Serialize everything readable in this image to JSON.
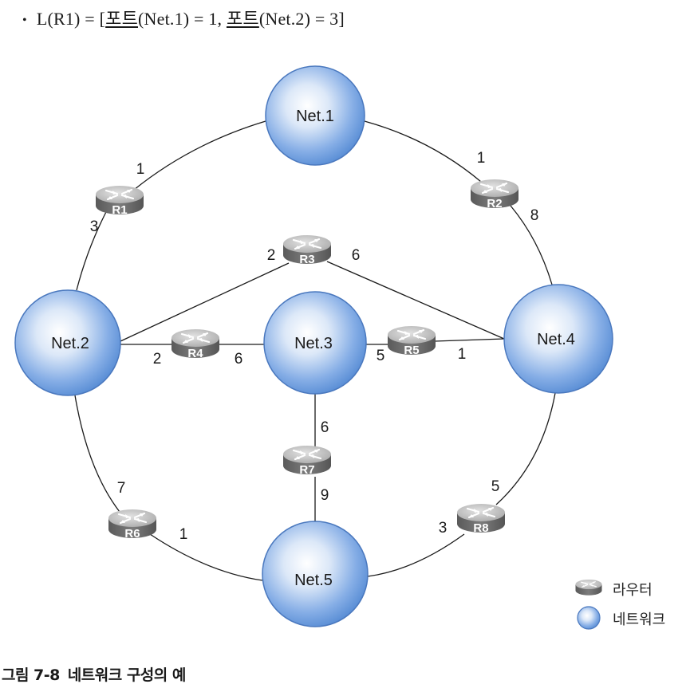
{
  "formula": {
    "bullet": "•",
    "prefix": "L(R1) = [",
    "port_word": "포트",
    "entry1": "(Net.1) = 1, ",
    "entry2": "(Net.2) = 3]"
  },
  "colors": {
    "network_fill_light": "#ffffff",
    "network_fill_dark": "#5b8fd6",
    "network_edge": "#3f6fb8",
    "router_top": "#c4c4c4",
    "router_side": "#6e6e6e",
    "link": "#1a1a1a"
  },
  "networks": [
    {
      "id": "net1",
      "label": "Net.1"
    },
    {
      "id": "net2",
      "label": "Net.2"
    },
    {
      "id": "net3",
      "label": "Net.3"
    },
    {
      "id": "net4",
      "label": "Net.4"
    },
    {
      "id": "net5",
      "label": "Net.5"
    }
  ],
  "routers": [
    {
      "id": "r1",
      "label": "R1"
    },
    {
      "id": "r2",
      "label": "R2"
    },
    {
      "id": "r3",
      "label": "R3"
    },
    {
      "id": "r4",
      "label": "R4"
    },
    {
      "id": "r5",
      "label": "R5"
    },
    {
      "id": "r6",
      "label": "R6"
    },
    {
      "id": "r7",
      "label": "R7"
    },
    {
      "id": "r8",
      "label": "R8"
    }
  ],
  "links": [
    {
      "router": "R1",
      "network": "Net.1",
      "port": "1"
    },
    {
      "router": "R1",
      "network": "Net.2",
      "port": "3"
    },
    {
      "router": "R2",
      "network": "Net.1",
      "port": "1"
    },
    {
      "router": "R2",
      "network": "Net.4",
      "port": "8"
    },
    {
      "router": "R3",
      "network": "Net.2",
      "port": "2"
    },
    {
      "router": "R3",
      "network": "Net.4",
      "port": "6"
    },
    {
      "router": "R4",
      "network": "Net.2",
      "port": "2"
    },
    {
      "router": "R4",
      "network": "Net.3",
      "port": "6"
    },
    {
      "router": "R5",
      "network": "Net.3",
      "port": "5"
    },
    {
      "router": "R5",
      "network": "Net.4",
      "port": "1"
    },
    {
      "router": "R6",
      "network": "Net.2",
      "port": "7"
    },
    {
      "router": "R6",
      "network": "Net.5",
      "port": "1"
    },
    {
      "router": "R7",
      "network": "Net.3",
      "port": "6"
    },
    {
      "router": "R7",
      "network": "Net.5",
      "port": "9"
    },
    {
      "router": "R8",
      "network": "Net.4",
      "port": "5"
    },
    {
      "router": "R8",
      "network": "Net.5",
      "port": "3"
    }
  ],
  "legend": {
    "router_label": "라우터",
    "network_label": "네트워크"
  },
  "caption": {
    "prefix": "그림",
    "number": "7-8",
    "title": "네트워크 구성의 예"
  }
}
